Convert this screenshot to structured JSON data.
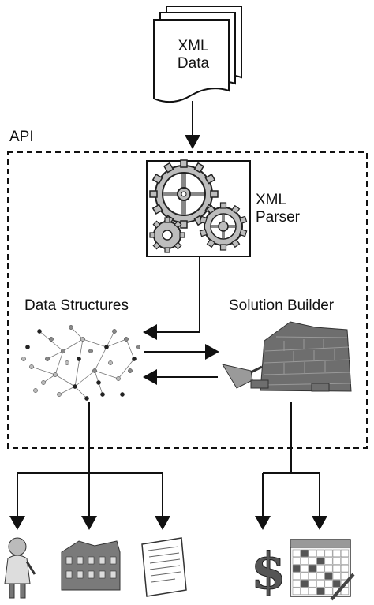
{
  "xml_data": {
    "line1": "XML",
    "line2": "Data"
  },
  "api": {
    "label": "API"
  },
  "parser": {
    "line1": "XML",
    "line2": "Parser"
  },
  "data_structures": {
    "label": "Data Structures"
  },
  "solution_builder": {
    "label": "Solution Builder"
  },
  "icons": {
    "data_structures_outputs": [
      "person-icon",
      "houses-icon",
      "document-icon"
    ],
    "solution_builder_outputs": [
      "dollar-icon",
      "calendar-icon"
    ]
  },
  "colors": {
    "stroke": "#111111",
    "gear": "#b9b9b9",
    "brick": "#7a7a7a"
  }
}
